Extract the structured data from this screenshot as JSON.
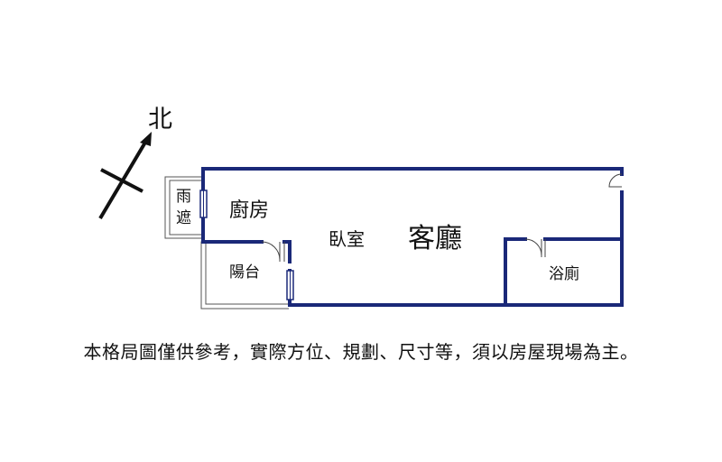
{
  "compass": {
    "north_label": "北"
  },
  "rooms": {
    "canopy": "雨遮",
    "kitchen": "廚房",
    "bedroom": "臥室",
    "living_room": "客廳",
    "balcony": "陽台",
    "bathroom": "浴廁"
  },
  "disclaimer": "本格局圖僅供參考，實際方位、規劃、尺寸等，須以房屋現場為主。",
  "colors": {
    "wall": "#1a2878",
    "thin_line": "#555555",
    "text": "#111111"
  }
}
